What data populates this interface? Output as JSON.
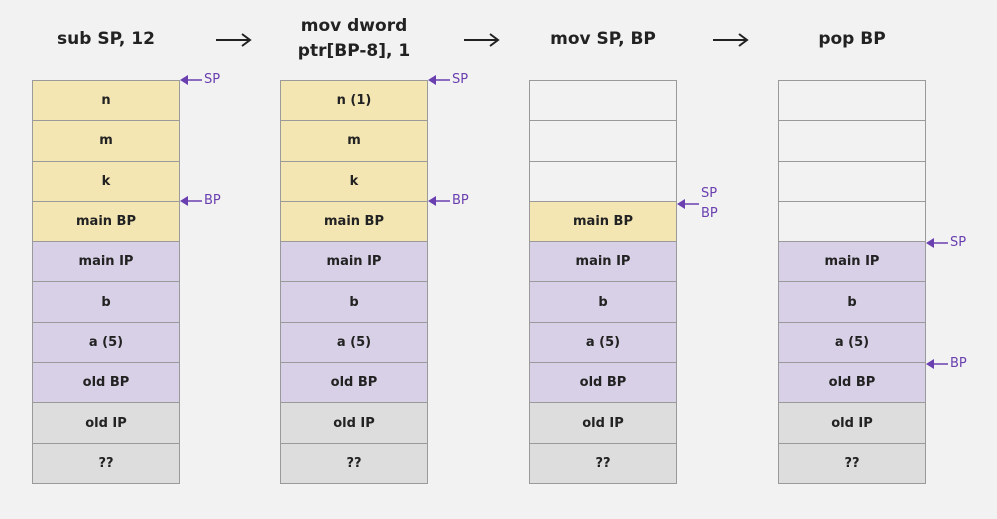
{
  "steps": [
    {
      "title": "sub SP, 12",
      "cells": [
        {
          "label": "n",
          "kind": "frame"
        },
        {
          "label": "m",
          "kind": "frame"
        },
        {
          "label": "k",
          "kind": "frame"
        },
        {
          "label": "main BP",
          "kind": "frame"
        },
        {
          "label": "main IP",
          "kind": "caller"
        },
        {
          "label": "b",
          "kind": "caller"
        },
        {
          "label": "a (5)",
          "kind": "caller"
        },
        {
          "label": "old BP",
          "kind": "caller"
        },
        {
          "label": "old IP",
          "kind": "base"
        },
        {
          "label": "??",
          "kind": "base"
        }
      ],
      "pointers": [
        {
          "labels": [
            "SP"
          ]
        },
        {
          "labels": [
            "BP"
          ]
        }
      ]
    },
    {
      "title": "mov dword\nptr[BP-8], 1",
      "cells": [
        {
          "label": "n (1)",
          "kind": "frame"
        },
        {
          "label": "m",
          "kind": "frame"
        },
        {
          "label": "k",
          "kind": "frame"
        },
        {
          "label": "main BP",
          "kind": "frame"
        },
        {
          "label": "main IP",
          "kind": "caller"
        },
        {
          "label": "b",
          "kind": "caller"
        },
        {
          "label": "a (5)",
          "kind": "caller"
        },
        {
          "label": "old BP",
          "kind": "caller"
        },
        {
          "label": "old IP",
          "kind": "base"
        },
        {
          "label": "??",
          "kind": "base"
        }
      ],
      "pointers": [
        {
          "labels": [
            "SP"
          ]
        },
        {
          "labels": [
            "BP"
          ]
        }
      ]
    },
    {
      "title": "mov SP, BP",
      "cells": [
        {
          "label": "",
          "kind": "empty"
        },
        {
          "label": "",
          "kind": "empty"
        },
        {
          "label": "",
          "kind": "empty"
        },
        {
          "label": "main BP",
          "kind": "frame"
        },
        {
          "label": "main IP",
          "kind": "caller"
        },
        {
          "label": "b",
          "kind": "caller"
        },
        {
          "label": "a (5)",
          "kind": "caller"
        },
        {
          "label": "old BP",
          "kind": "caller"
        },
        {
          "label": "old IP",
          "kind": "base"
        },
        {
          "label": "??",
          "kind": "base"
        }
      ],
      "pointers": [
        {
          "labels": [
            "SP",
            "BP"
          ]
        }
      ]
    },
    {
      "title": "pop BP",
      "cells": [
        {
          "label": "",
          "kind": "empty"
        },
        {
          "label": "",
          "kind": "empty"
        },
        {
          "label": "",
          "kind": "empty"
        },
        {
          "label": "",
          "kind": "empty"
        },
        {
          "label": "main IP",
          "kind": "caller"
        },
        {
          "label": "b",
          "kind": "caller"
        },
        {
          "label": "a (5)",
          "kind": "caller"
        },
        {
          "label": "old BP",
          "kind": "caller"
        },
        {
          "label": "old IP",
          "kind": "base"
        },
        {
          "label": "??",
          "kind": "base"
        }
      ],
      "pointers": [
        {
          "labels": [
            "SP"
          ]
        },
        {
          "labels": [
            "BP"
          ]
        }
      ]
    }
  ],
  "colors": {
    "frame": "#f3e6b3",
    "caller": "#d8d0e6",
    "base": "#dddddd",
    "pointer": "#6a3fb0"
  }
}
